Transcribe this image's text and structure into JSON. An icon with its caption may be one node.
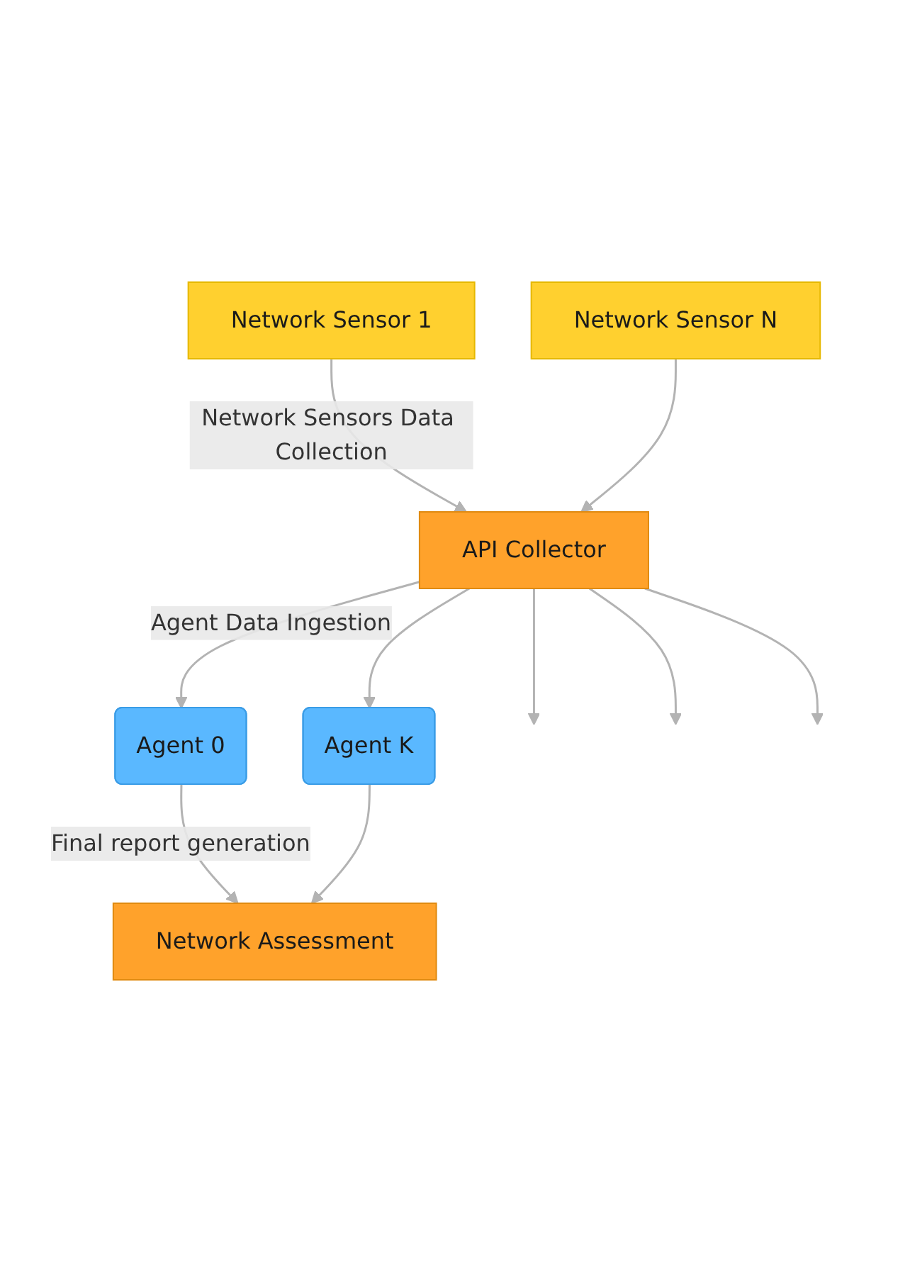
{
  "diagram": {
    "nodes": [
      {
        "text": [
          "Network Sensor 1"
        ]
      },
      {
        "text": [
          "Network Sensor N"
        ]
      },
      {
        "text": [
          "API Collector"
        ]
      },
      {
        "text": [
          "Agent 0"
        ]
      },
      {
        "text": [
          "Agent K"
        ]
      },
      {
        "text": [
          "Network Assessment"
        ]
      }
    ],
    "edges": [
      {
        "from": 0,
        "to": 2,
        "arrow": "to",
        "label": "Network Sensors Data Collection"
      },
      {
        "from": 1,
        "to": 2,
        "arrow": "to"
      },
      {
        "from": 2,
        "to": 3,
        "arrow": "to",
        "label": "Agent Data Ingestion"
      },
      {
        "from": 2,
        "to": null,
        "arrow": "to"
      },
      {
        "from": 2,
        "to": null,
        "arrow": "to"
      },
      {
        "from": 2,
        "to": null,
        "arrow": "to"
      },
      {
        "from": 2,
        "to": 4,
        "arrow": "to"
      },
      {
        "from": 3,
        "to": 5,
        "arrow": "to",
        "label": "Final report generation"
      },
      {
        "from": 4,
        "to": 5,
        "arrow": "to"
      }
    ]
  }
}
